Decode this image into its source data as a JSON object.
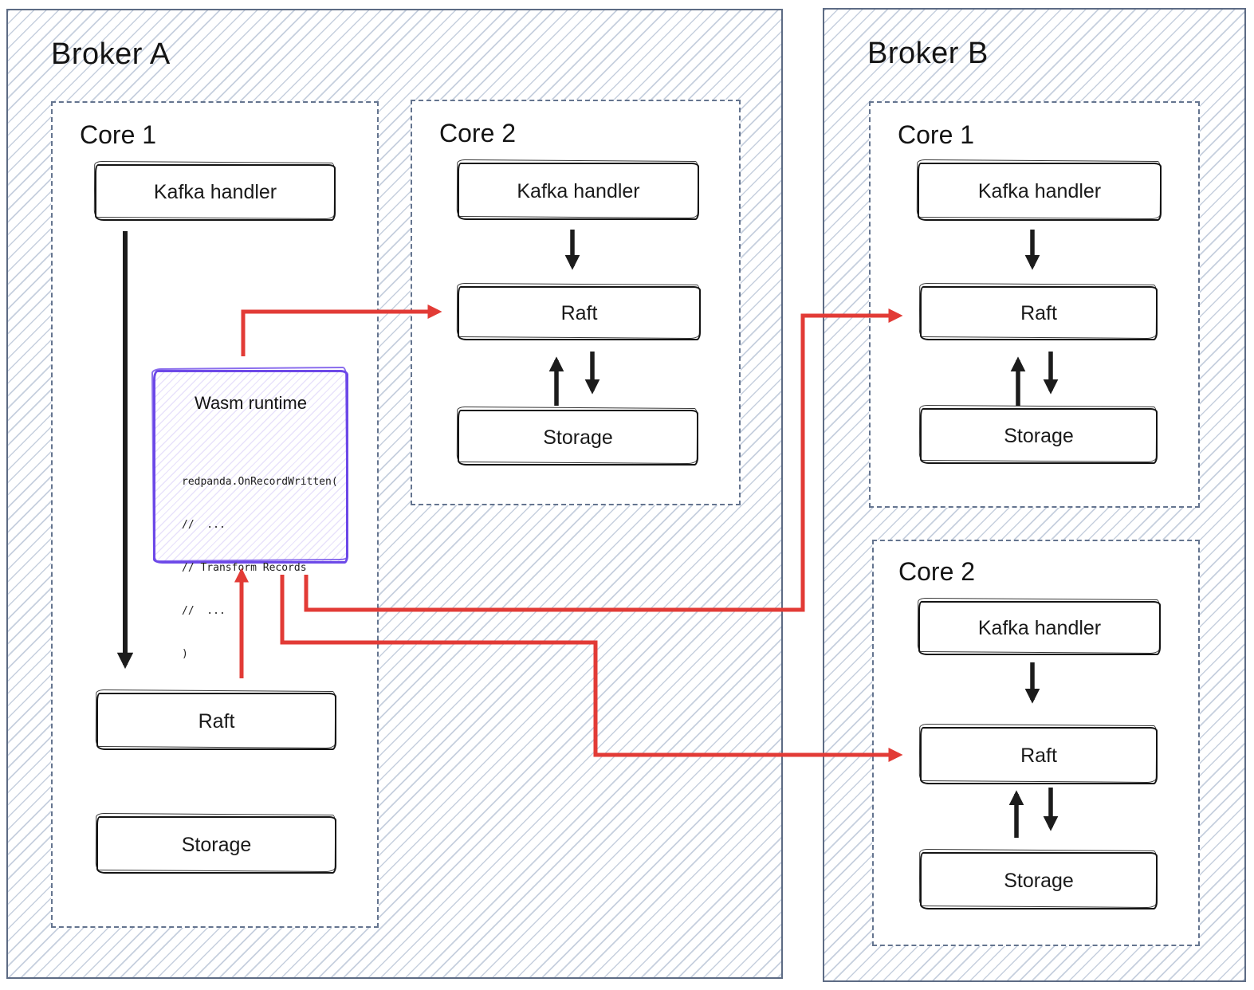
{
  "colors": {
    "broker_border": "#5d6b84",
    "core_border": "#64748f",
    "hatch_line": "#bcc7d8",
    "node_border": "#141414",
    "black_arrow": "#1c1c1c",
    "red_arrow": "#e23b36",
    "wasm_purple": "#6d49e8"
  },
  "brokers": [
    {
      "title": "Broker A",
      "cores": [
        {
          "title": "Core 1",
          "kafka_label": "Kafka handler",
          "raft_label": "Raft",
          "storage_label": "Storage",
          "wasm": {
            "title": "Wasm runtime",
            "code_lines": [
              "redpanda.OnRecordWritten(",
              "//  ...",
              "// Transform Records",
              "//  ...",
              ")"
            ]
          }
        },
        {
          "title": "Core 2",
          "kafka_label": "Kafka handler",
          "raft_label": "Raft",
          "storage_label": "Storage"
        }
      ]
    },
    {
      "title": "Broker B",
      "cores": [
        {
          "title": "Core 1",
          "kafka_label": "Kafka handler",
          "raft_label": "Raft",
          "storage_label": "Storage"
        },
        {
          "title": "Core 2",
          "kafka_label": "Kafka handler",
          "raft_label": "Raft",
          "storage_label": "Storage"
        }
      ]
    }
  ]
}
